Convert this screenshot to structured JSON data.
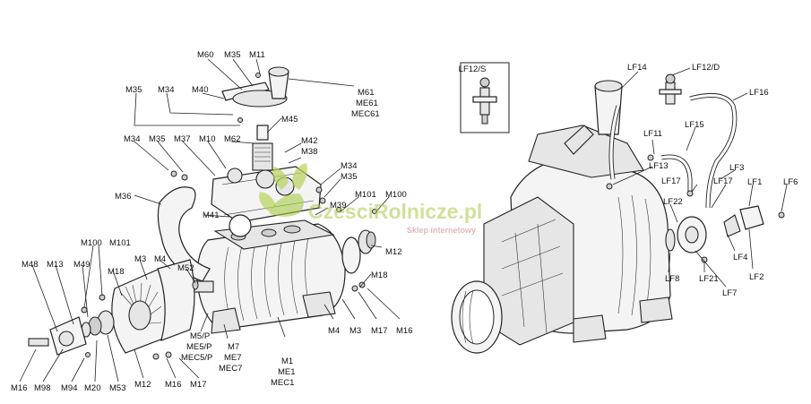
{
  "watermark": {
    "brand": "CzesciRolnicze.pl",
    "tagline": "Sklep internetowy"
  },
  "inset": {
    "label": "LF12/S"
  },
  "labels": [
    {
      "id": "M60",
      "text": "M60"
    },
    {
      "id": "M35a",
      "text": "M35"
    },
    {
      "id": "M11",
      "text": "M11"
    },
    {
      "id": "M35b",
      "text": "M35"
    },
    {
      "id": "M34a",
      "text": "M34"
    },
    {
      "id": "M40",
      "text": "M40"
    },
    {
      "id": "M61",
      "text": "M61"
    },
    {
      "id": "ME61",
      "text": "ME61"
    },
    {
      "id": "MEC61",
      "text": "MEC61"
    },
    {
      "id": "M45",
      "text": "M45"
    },
    {
      "id": "M34b",
      "text": "M34"
    },
    {
      "id": "M35c",
      "text": "M35"
    },
    {
      "id": "M37",
      "text": "M37"
    },
    {
      "id": "M10",
      "text": "M10"
    },
    {
      "id": "M62",
      "text": "M62"
    },
    {
      "id": "M42",
      "text": "M42"
    },
    {
      "id": "M38",
      "text": "M38"
    },
    {
      "id": "M34c",
      "text": "M34"
    },
    {
      "id": "M35d",
      "text": "M35"
    },
    {
      "id": "M36",
      "text": "M36"
    },
    {
      "id": "M101a",
      "text": "M101"
    },
    {
      "id": "M100a",
      "text": "M100"
    },
    {
      "id": "M39",
      "text": "M39"
    },
    {
      "id": "M41",
      "text": "M41"
    },
    {
      "id": "M100b",
      "text": "M100"
    },
    {
      "id": "M101b",
      "text": "M101"
    },
    {
      "id": "M12a",
      "text": "M12"
    },
    {
      "id": "M48",
      "text": "M48"
    },
    {
      "id": "M13",
      "text": "M13"
    },
    {
      "id": "M49",
      "text": "M49"
    },
    {
      "id": "M18a",
      "text": "M18"
    },
    {
      "id": "M3a",
      "text": "M3"
    },
    {
      "id": "M4a",
      "text": "M4"
    },
    {
      "id": "M52",
      "text": "M52"
    },
    {
      "id": "M18b",
      "text": "M18"
    },
    {
      "id": "M4b",
      "text": "M4"
    },
    {
      "id": "M3b",
      "text": "M3"
    },
    {
      "id": "M17a",
      "text": "M17"
    },
    {
      "id": "M16a",
      "text": "M16"
    },
    {
      "id": "M5",
      "text": "M5/P"
    },
    {
      "id": "ME5",
      "text": "ME5/P"
    },
    {
      "id": "MEC5",
      "text": "MEC5/P"
    },
    {
      "id": "M7",
      "text": "M7"
    },
    {
      "id": "ME7",
      "text": "ME7"
    },
    {
      "id": "MEC7",
      "text": "MEC7"
    },
    {
      "id": "M1",
      "text": "M1"
    },
    {
      "id": "ME1",
      "text": "ME1"
    },
    {
      "id": "MEC1",
      "text": "MEC1"
    },
    {
      "id": "M16b",
      "text": "M16"
    },
    {
      "id": "M98",
      "text": "M98"
    },
    {
      "id": "M94",
      "text": "M94"
    },
    {
      "id": "M20",
      "text": "M20"
    },
    {
      "id": "M53",
      "text": "M53"
    },
    {
      "id": "M12b",
      "text": "M12"
    },
    {
      "id": "M16c",
      "text": "M16"
    },
    {
      "id": "M17b",
      "text": "M17"
    },
    {
      "id": "LF14",
      "text": "LF14"
    },
    {
      "id": "LF12D",
      "text": "LF12/D"
    },
    {
      "id": "LF16",
      "text": "LF16"
    },
    {
      "id": "LF15",
      "text": "LF15"
    },
    {
      "id": "LF11",
      "text": "LF11"
    },
    {
      "id": "LF13",
      "text": "LF13"
    },
    {
      "id": "LF3",
      "text": "LF3"
    },
    {
      "id": "LF17a",
      "text": "LF17"
    },
    {
      "id": "LF17b",
      "text": "LF17"
    },
    {
      "id": "LF22",
      "text": "LF22"
    },
    {
      "id": "LF1",
      "text": "LF1"
    },
    {
      "id": "LF6",
      "text": "LF6"
    },
    {
      "id": "LF4",
      "text": "LF4"
    },
    {
      "id": "LF2",
      "text": "LF2"
    },
    {
      "id": "LF8",
      "text": "LF8"
    },
    {
      "id": "LF21",
      "text": "LF21"
    },
    {
      "id": "LF7",
      "text": "LF7"
    }
  ]
}
